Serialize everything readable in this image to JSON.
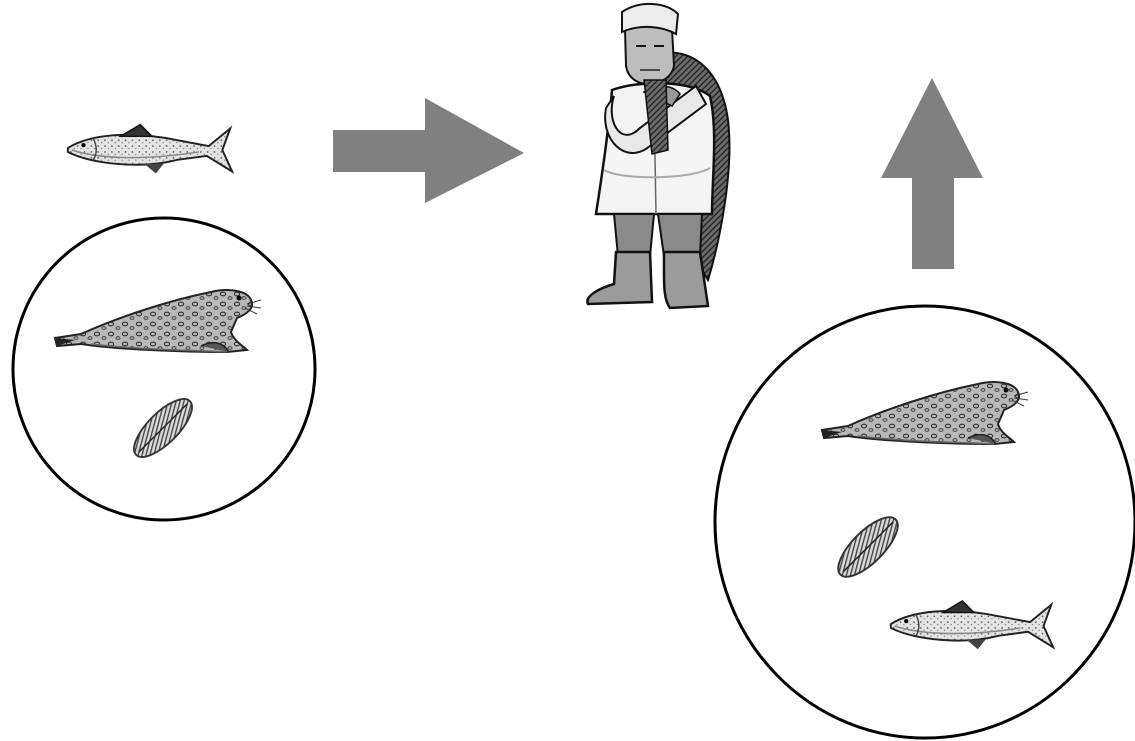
{
  "diagram": {
    "nodes": [
      {
        "id": "fish",
        "icon": "fish-icon"
      },
      {
        "id": "group-left",
        "members": [
          "seal-icon",
          "diatom-icon"
        ]
      },
      {
        "id": "human",
        "icon": "fisherman-icon"
      },
      {
        "id": "group-right",
        "members": [
          "seal-icon",
          "diatom-icon",
          "fish-icon"
        ]
      }
    ],
    "edges": [
      {
        "from": "fish",
        "to": "human",
        "direction": "right"
      },
      {
        "from": "group-right",
        "to": "human",
        "direction": "up"
      }
    ]
  },
  "colors": {
    "arrow": "#808080",
    "outline": "#000000",
    "background": "#ffffff"
  }
}
